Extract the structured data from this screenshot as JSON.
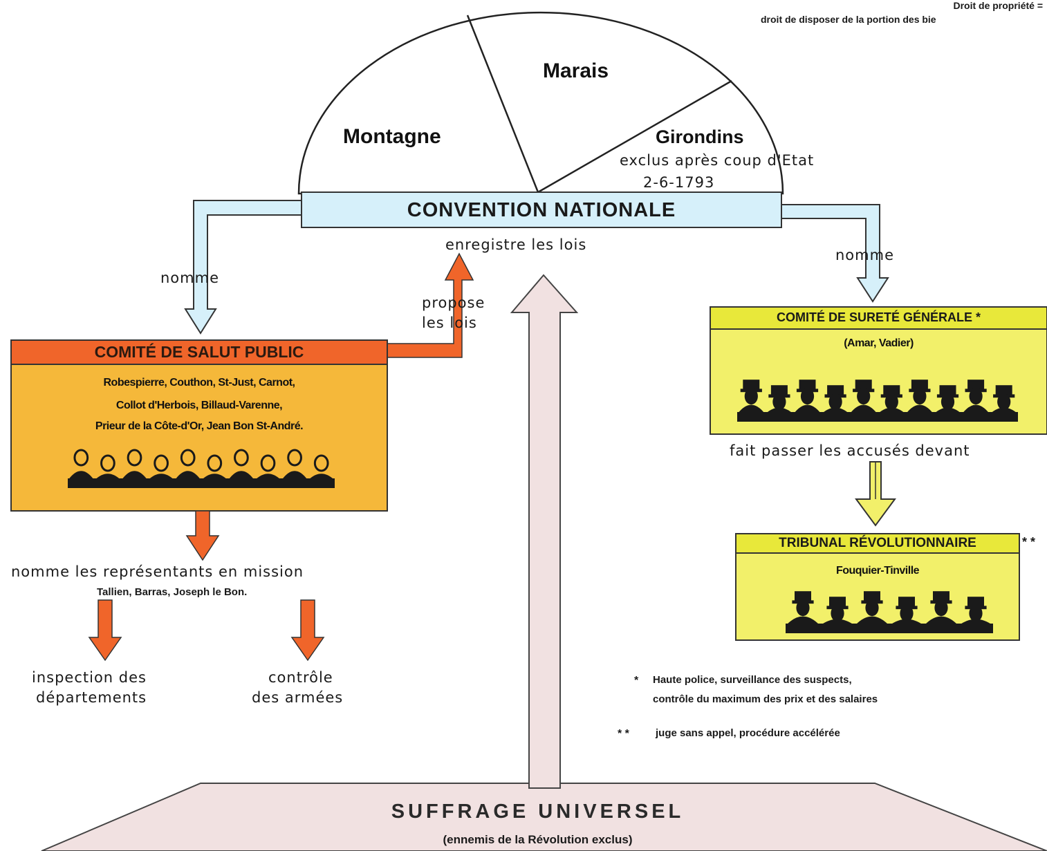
{
  "top_note": {
    "line1": "Droit de propriété =",
    "line2": "droit de disposer de la portion des bie"
  },
  "convention": {
    "title": "CONVENTION NATIONALE",
    "role": "enregistre les lois",
    "parties": {
      "montagne": "Montagne",
      "marais": "Marais",
      "girondins": "Girondins"
    },
    "girondins_note_1": "exclus après coup d'Etat",
    "girondins_note_2": "2-6-1793"
  },
  "links": {
    "nomme_left": "nomme",
    "nomme_right": "nomme",
    "propose_1": "propose",
    "propose_2": "les lois"
  },
  "salut_public": {
    "title": "COMITÉ DE SALUT PUBLIC",
    "members": [
      "Robespierre, Couthon, St-Just, Carnot,",
      "Collot d'Herbois, Billaud-Varenne,",
      "Prieur de la Côte-d'Or, Jean Bon St-André."
    ],
    "action": "nomme les représentants en mission",
    "representatives": "Tallien, Barras, Joseph le Bon.",
    "outcome_1": [
      "inspection des",
      "départements"
    ],
    "outcome_2": [
      "contrôle",
      "des armées"
    ]
  },
  "surete_generale": {
    "title": "COMITÉ DE SURETÉ GÉNÉRALE *",
    "members": "(Amar, Vadier)",
    "action": "fait passer les accusés devant"
  },
  "tribunal": {
    "title": "TRIBUNAL RÉVOLUTIONNAIRE",
    "marker": "* *",
    "members": "Fouquier-Tinville"
  },
  "footnotes": [
    {
      "marker": "*",
      "lines": [
        "Haute police, surveillance  des suspects,",
        "contrôle du maximum des prix et des salaires"
      ]
    },
    {
      "marker": "* *",
      "lines": [
        "juge sans appel, procédure accélérée"
      ]
    }
  ],
  "suffrage": {
    "title": "SUFFRAGE UNIVERSEL",
    "subtitle": "(ennemis de la Révolution exclus)"
  },
  "colors": {
    "light_blue": "#d6f0fa",
    "orange": "#f0652a",
    "amber_box": "#f5b83a",
    "yellow_box": "#f2f06a",
    "yellow_title": "#e8e83a",
    "pink": "#f1e1e1",
    "dark": "#1a1a1a"
  }
}
